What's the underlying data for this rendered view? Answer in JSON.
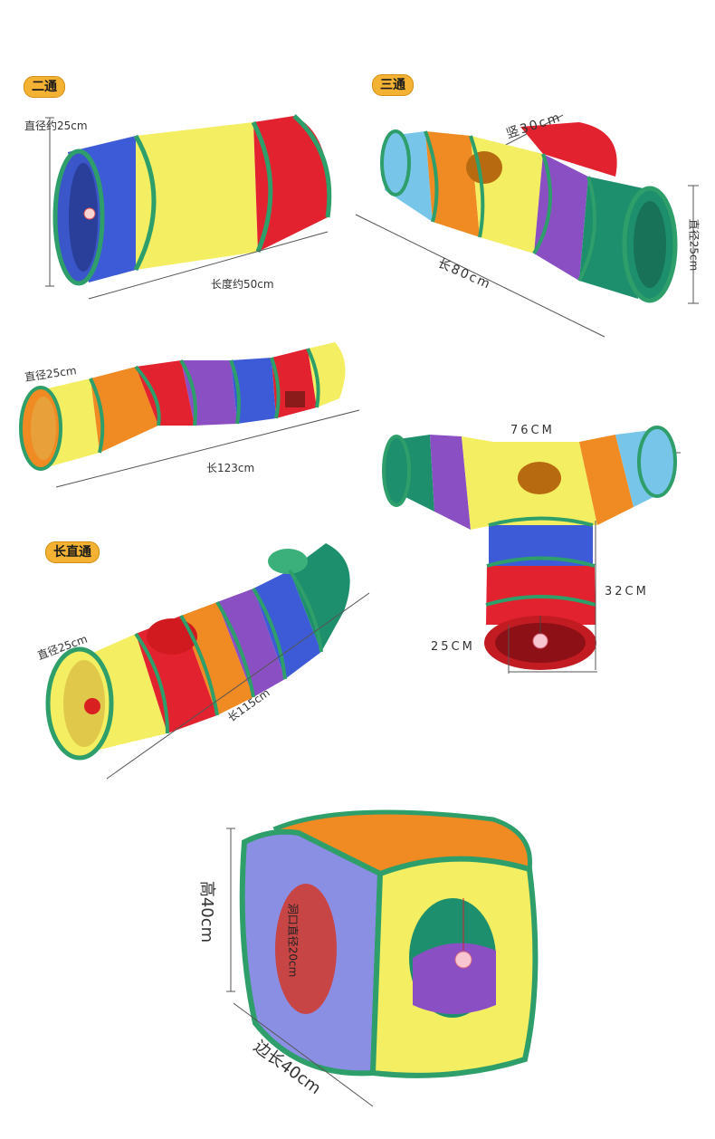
{
  "sections": {
    "two_way": {
      "badge": "二通",
      "diameter": "直径约25cm",
      "length": "长度约50cm"
    },
    "three_way": {
      "badge": "三通",
      "vertical": "竖30cm",
      "diameter": "直径25cm",
      "length": "长80cm"
    },
    "s_tunnel": {
      "diameter": "直径25cm",
      "length": "长123cm"
    },
    "y_tunnel": {
      "width": "76CM",
      "height": "32CM",
      "diameter": "25CM"
    },
    "straight": {
      "badge": "长直通",
      "diameter": "直径25cm",
      "length": "长115cm"
    },
    "cube": {
      "height": "高40cm",
      "hole": "洞口直径20cm",
      "side": "边长40cm"
    }
  },
  "colors": {
    "badge": "#f3b233",
    "trim": "#2e9e6a",
    "blue": "#3d5bd6",
    "yellow": "#f3ee62",
    "red": "#e2222e",
    "orange": "#f08a22",
    "purple": "#8a4fc2",
    "green": "#1e8f6c",
    "lightblue": "#78c5ea"
  }
}
